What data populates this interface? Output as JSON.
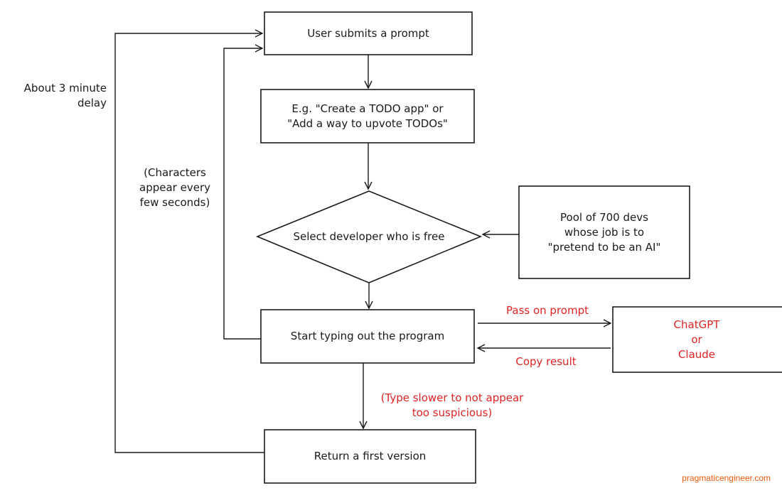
{
  "nodes": {
    "user_submits": "User submits a prompt",
    "example_prompt": "E.g. \"Create a TODO app\" or\n\"Add a way to upvote TODOs\"",
    "select_developer": "Select developer who is free",
    "dev_pool": "Pool of 700 devs\nwhose job is to\n\"pretend to be an AI\"",
    "start_typing": "Start typing out the program",
    "chatgpt_claude": "ChatGPT\nor\nClaude",
    "return_version": "Return a first version"
  },
  "labels": {
    "delay": "About 3 minute\ndelay",
    "characters": "(Characters\nappear every\nfew seconds)",
    "pass_prompt": "Pass on prompt",
    "copy_result": "Copy result",
    "type_slower": "(Type slower to not appear\ntoo suspicious)"
  },
  "colors": {
    "stroke": "#1a1a1a",
    "highlight": "#e02424",
    "watermark": "#e8590c"
  },
  "watermark": "pragmaticengineer.com"
}
